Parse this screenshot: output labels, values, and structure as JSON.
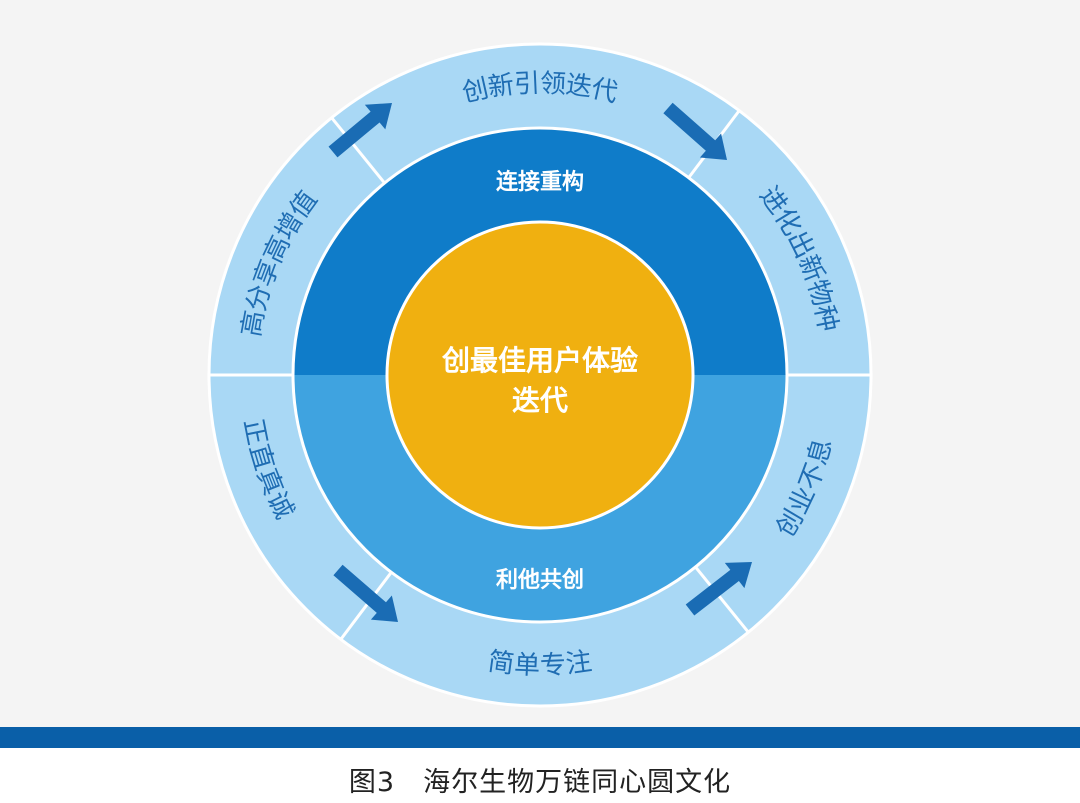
{
  "diagram": {
    "core": {
      "line1": "创最佳用户体验",
      "line2": "迭代"
    },
    "middle_ring": {
      "top": "连接重构",
      "bottom": "利他共创"
    },
    "outer_ring": {
      "top": "创新引领迭代",
      "top_right": "进化出新物种",
      "bottom_right": "创业不息",
      "bottom": "简单专注",
      "bottom_left": "正直真诚",
      "top_left": "高分享高增值"
    },
    "colors": {
      "background": "#f4f4f4",
      "outer_ring": "#a9d8f5",
      "middle_top": "#0f7cc9",
      "middle_bottom": "#3fa3e0",
      "core": "#f0b010",
      "arrow": "#1a6cb4",
      "band": "#0a5fa8"
    }
  },
  "caption": "图3　海尔生物万链同心圆文化"
}
